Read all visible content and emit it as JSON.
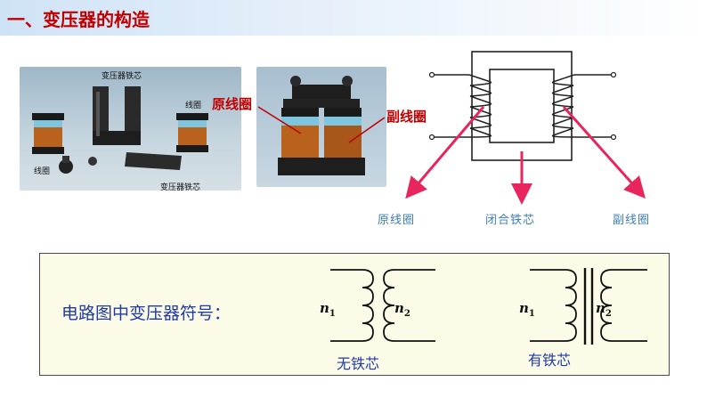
{
  "section_title": "一、变压器的构造",
  "photo_left": {
    "label_core_top": "变压器铁芯",
    "label_coil_right": "线圈",
    "label_coil_left": "线圈",
    "label_core_bottom": "变压器铁芯"
  },
  "photo_right": {
    "primary_label": "原线圈",
    "secondary_label": "副线圈"
  },
  "diagram": {
    "primary_label": "原线圈",
    "core_label": "闭合铁芯",
    "secondary_label": "副线圈",
    "arrow_color": "#e8255c",
    "line_color": "#222222"
  },
  "symbols": {
    "heading": "电路图中变压器符号：",
    "n1": "n",
    "n1_sub": "1",
    "n2": "n",
    "n2_sub": "2",
    "no_core_caption": "无铁芯",
    "with_core_caption": "有铁芯"
  },
  "colors": {
    "title": "#c00000",
    "symbol_text": "#1f3aa6",
    "diagram_label": "#3f7fb0",
    "panel_bg": "#fcfbe8"
  }
}
